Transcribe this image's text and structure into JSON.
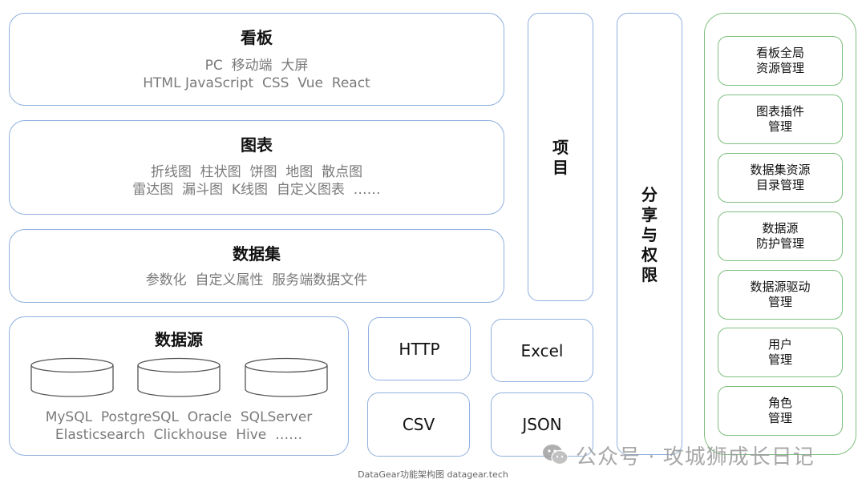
{
  "board": {
    "title": "看板",
    "line1": "PC  移动端  大屏",
    "line2": "HTML JavaScript  CSS  Vue  React"
  },
  "chart": {
    "title": "图表",
    "line1": "折线图  柱状图  饼图  地图  散点图",
    "line2": "雷达图  漏斗图  K线图  自定义图表  ……"
  },
  "dataset": {
    "title": "数据集",
    "line1": "参数化  自定义属性  服务端数据文件"
  },
  "datasource": {
    "title": "数据源",
    "line1": "MySQL  PostgreSQL  Oracle  SQLServer",
    "line2": "Elasticsearch  Clickhouse  Hive  ……"
  },
  "formats": {
    "http": "HTTP",
    "excel": "Excel",
    "csv": "CSV",
    "json": "JSON"
  },
  "project": {
    "chars": [
      "项",
      "目"
    ]
  },
  "share": {
    "chars": [
      "分",
      "享",
      "与",
      "权",
      "限"
    ]
  },
  "management": [
    {
      "line1": "看板全局",
      "line2": "资源管理"
    },
    {
      "line1": "图表插件",
      "line2": "管理"
    },
    {
      "line1": "数据集资源",
      "line2": "目录管理"
    },
    {
      "line1": "数据源",
      "line2": "防护管理"
    },
    {
      "line1": "数据源驱动",
      "line2": "管理"
    },
    {
      "line1": "用户",
      "line2": "管理"
    },
    {
      "line1": "角色",
      "line2": "管理"
    }
  ],
  "caption": "DataGear功能架构图 datagear.tech",
  "watermark": "公众号 · 攻城狮成长日记",
  "colors": {
    "blue_border": "#8fb0de",
    "green_border": "#7fbf7f",
    "sub_text": "#7a7a7a"
  }
}
